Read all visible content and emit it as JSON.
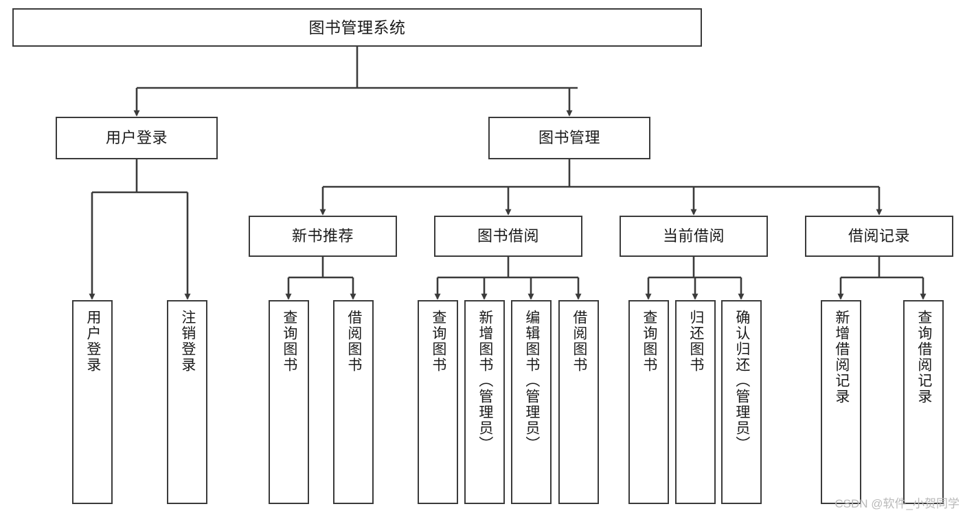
{
  "diagram": {
    "title": "图书管理系统",
    "type": "hierarchy-tree",
    "root": {
      "label": "图书管理系统"
    },
    "level1": [
      {
        "label": "用户登录"
      },
      {
        "label": "图书管理"
      }
    ],
    "level2": [
      {
        "label": "新书推荐"
      },
      {
        "label": "图书借阅"
      },
      {
        "label": "当前借阅"
      },
      {
        "label": "借阅记录"
      }
    ],
    "leaves": {
      "user_login": [
        {
          "label": "用户登录"
        },
        {
          "label": "注销登录"
        }
      ],
      "new_book_recommend": [
        {
          "label": "查询图书"
        },
        {
          "label": "借阅图书"
        }
      ],
      "book_borrow": [
        {
          "label": "查询图书"
        },
        {
          "label": "新增图书（管理员）"
        },
        {
          "label": "编辑图书（管理员）"
        },
        {
          "label": "借阅图书"
        }
      ],
      "current_borrow": [
        {
          "label": "查询图书"
        },
        {
          "label": "归还图书"
        },
        {
          "label": "确认归还（管理员）"
        }
      ],
      "borrow_record": [
        {
          "label": "新增借阅记录"
        },
        {
          "label": "查询借阅记录"
        }
      ]
    },
    "watermark": "CSDN @软件_小贺同学",
    "colors": {
      "background": "#ffffff",
      "border": "#3a3a3a",
      "text": "#1a1a1a",
      "connector": "#3a3a3a",
      "watermark": "#b9b9b9"
    }
  }
}
